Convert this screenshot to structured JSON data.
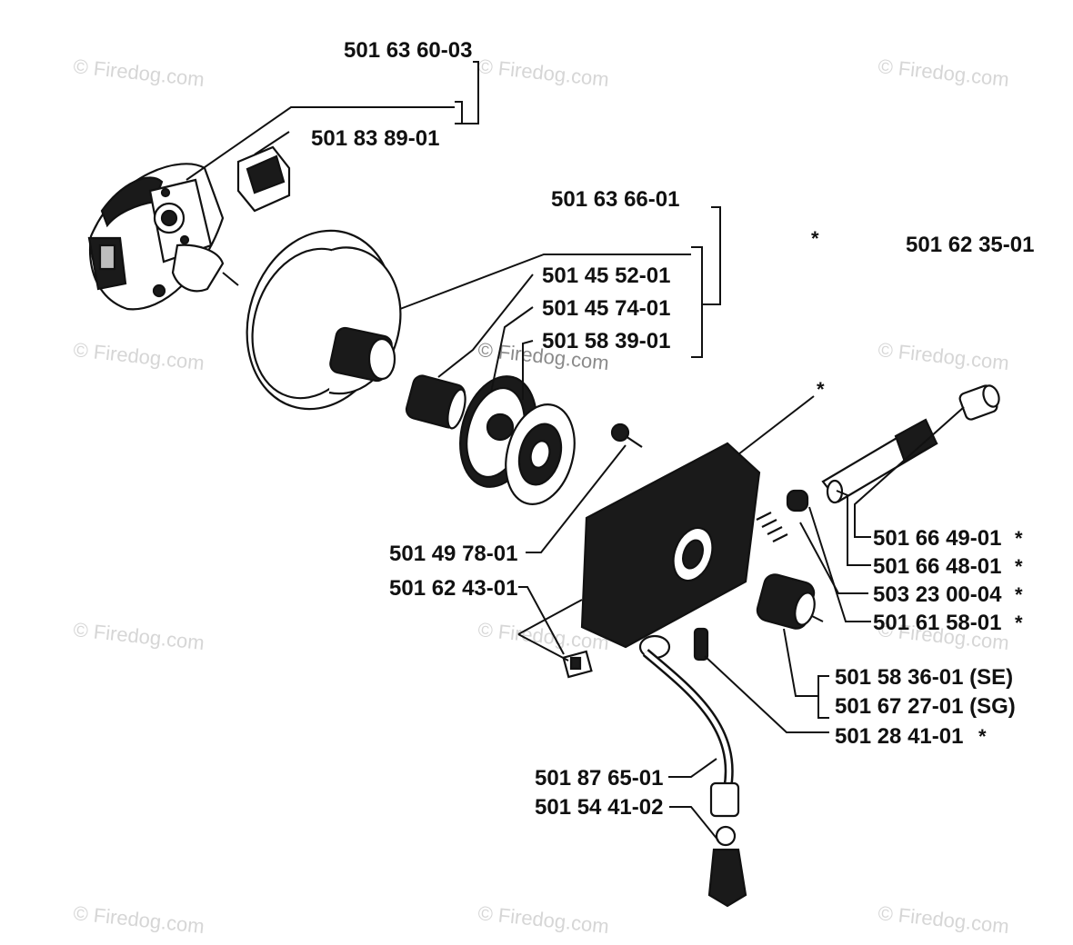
{
  "watermark": "© Firedog.com",
  "parts": {
    "clutch_kit": "501 63 60-03",
    "clutch_spring": "501 83 89-01",
    "drum_kit": "501 63 66-01",
    "oil_pump_kit": "501 62 35-01",
    "needle_bearing": "501 45 52-01",
    "sprocket": "501 45 74-01",
    "washer": "501 58 39-01",
    "screw": "501 49 78-01",
    "nut": "501 62 43-01",
    "pump_gear": "501 66 49-01",
    "pump_shaft": "501 66 48-01",
    "spring": "503 23 00-04",
    "plunger": "501 61 58-01",
    "worm_se": "501 58 36-01 (SE)",
    "worm_sg": "501 67 27-01 (SG)",
    "seal": "501 28 41-01",
    "oil_hose": "501 87 65-01",
    "oil_filter": "501 54 41-02"
  },
  "asterisk": "*"
}
